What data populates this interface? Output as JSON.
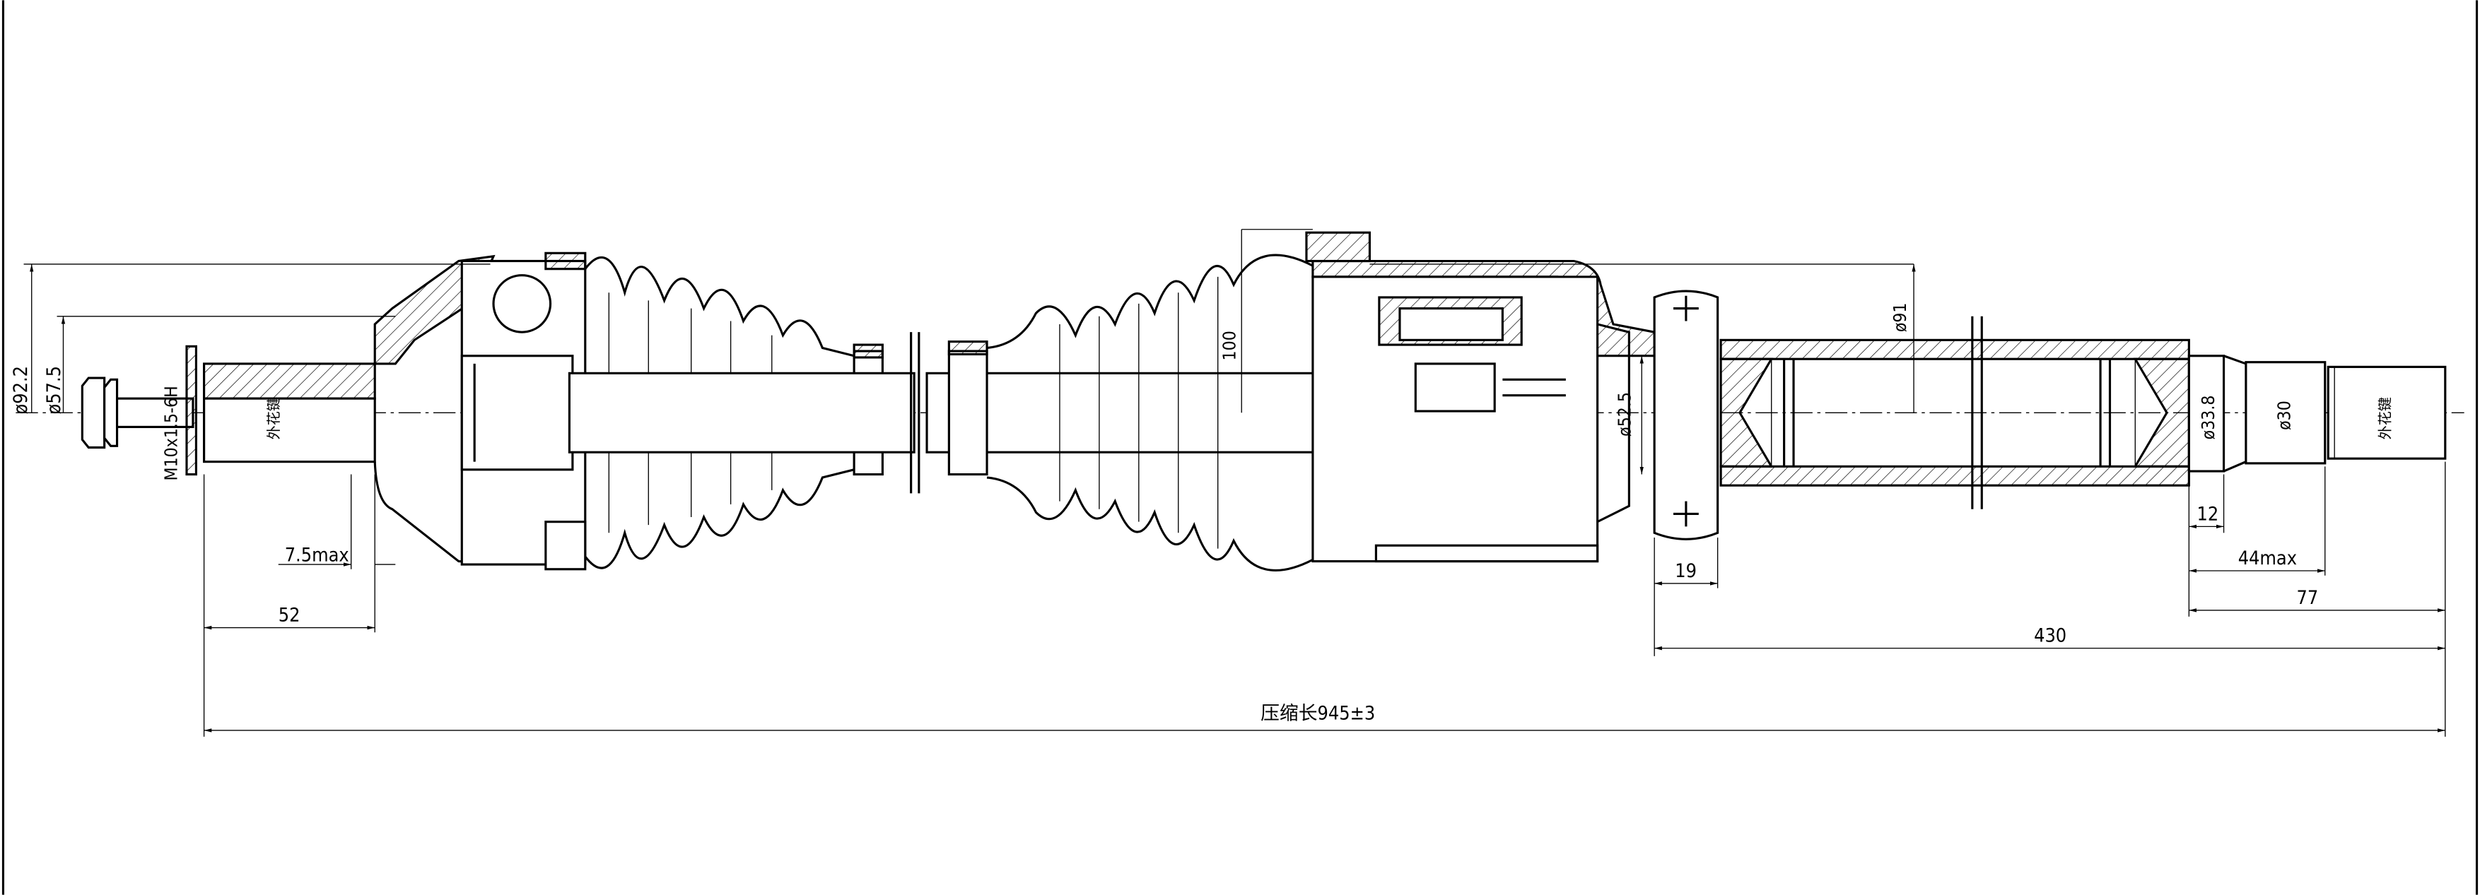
{
  "drawing": {
    "dimensions": {
      "dia_92_2": "ø92.2",
      "dia_57_5": "ø57.5",
      "thread": "M10x1.5-6H",
      "spline_left": "外花键",
      "len_7_5max": "7.5max",
      "len_52": "52",
      "dia_100": "100",
      "dia_52_5": "ø52.5",
      "dia_91": "ø91",
      "dia_33_8": "ø33.8",
      "dia_30": "ø30",
      "spline_right": "外花键",
      "len_12": "12",
      "len_19": "19",
      "len_44max": "44max",
      "len_77": "77",
      "len_430": "430",
      "overall": "压缩长945±3"
    }
  }
}
